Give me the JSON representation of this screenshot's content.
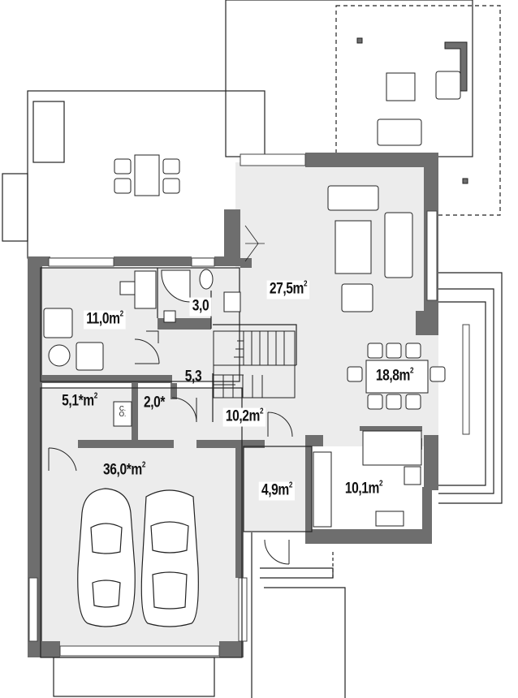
{
  "colors": {
    "wall": "#6e6e6e",
    "floor": "#ececec",
    "line": "#222222",
    "outline": "#444444"
  },
  "rooms": [
    {
      "id": "living",
      "value": "27,5",
      "unit": "m",
      "sup": "2"
    },
    {
      "id": "office",
      "value": "11,0",
      "unit": "m",
      "sup": "2"
    },
    {
      "id": "bath",
      "value": "3,0",
      "unit": "",
      "sup": ""
    },
    {
      "id": "hall",
      "value": "5,3",
      "unit": "",
      "sup": ""
    },
    {
      "id": "dining",
      "value": "18,8",
      "unit": "m",
      "sup": "2"
    },
    {
      "id": "utility",
      "value": "5,1*",
      "unit": "m",
      "sup": "2"
    },
    {
      "id": "wc",
      "value": "2,0*",
      "unit": "",
      "sup": ""
    },
    {
      "id": "vestibule",
      "value": "10,2",
      "unit": "m",
      "sup": "2"
    },
    {
      "id": "garage",
      "value": "36,0*",
      "unit": "m",
      "sup": "2"
    },
    {
      "id": "entry",
      "value": "4,9",
      "unit": "m",
      "sup": "2"
    },
    {
      "id": "kitchen",
      "value": "10,1",
      "unit": "m",
      "sup": "2"
    }
  ],
  "boiler_label": "C.O."
}
